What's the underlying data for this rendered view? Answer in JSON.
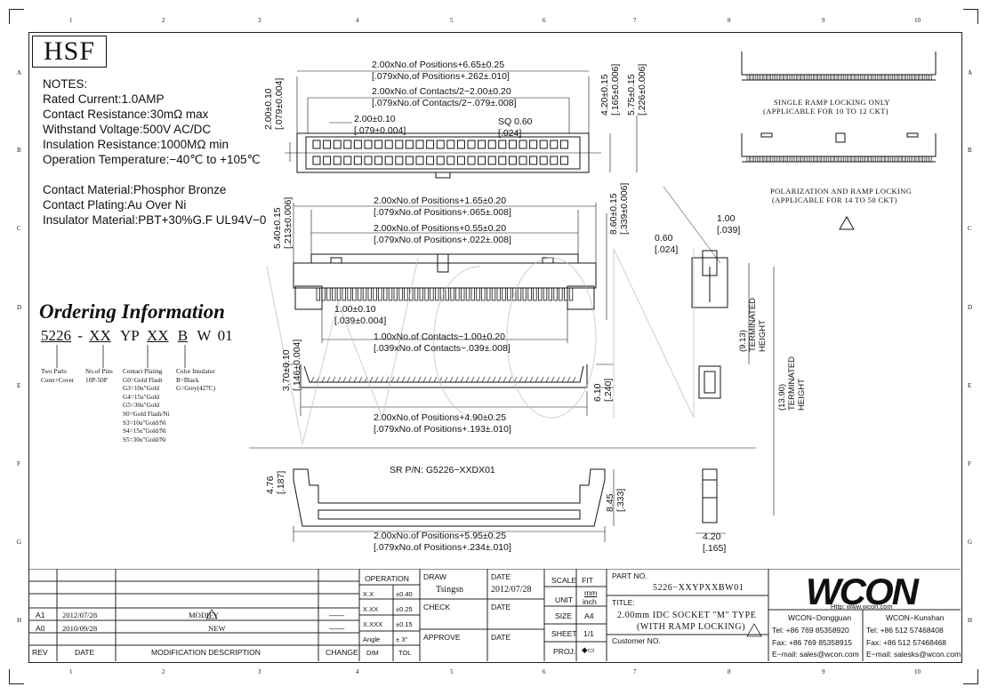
{
  "border_grid": {
    "columns": [
      "1",
      "2",
      "3",
      "4",
      "5",
      "6",
      "7",
      "8",
      "9",
      "10"
    ],
    "rows": [
      "A",
      "B",
      "C",
      "D",
      "E",
      "F",
      "G",
      "H"
    ]
  },
  "logo": "HSF",
  "notes": {
    "heading": "NOTES:",
    "lines": [
      "Rated Current:1.0AMP",
      "Contact Resistance:30mΩ  max",
      "Withstand Voltage:500V AC/DC",
      "Insulation Resistance:1000MΩ  min",
      "Operation Temperature:−40℃  to  +105℃",
      "",
      "Contact Material:Phosphor Bronze",
      "Contact Plating:Au Over Ni",
      "Insulator Material:PBT+30%G.F UL94V−0"
    ]
  },
  "ordering": {
    "title": "Ordering Information",
    "code_parts": [
      "5226",
      "-",
      "XX",
      "YP",
      "XX",
      "B",
      "W",
      "01"
    ],
    "columns": [
      {
        "lines": [
          "Two Parts",
          "Conn+Cover"
        ]
      },
      {
        "lines": [
          "No.of Pins",
          "10P-50P"
        ]
      },
      {
        "lines": [
          "Contact Plating",
          "G0=Gold Flash",
          "G3=10u\"Gold",
          "G4=15u\"Gold",
          "G5=30u\"Gold",
          "S0=Gold Flash/Ni",
          "S3=10u\"Gold/Ni",
          "S4=15u\"Gold/Ni",
          "S5=30u\"Gold/Ni"
        ]
      },
      {
        "lines": [
          "Color Insulator",
          "B=Black",
          "G=Grey(427C)"
        ]
      }
    ]
  },
  "dimensions": {
    "top_overall": [
      "2.00xNo.of  Positions+6.65±0.25",
      "[.079xNo.of  Positions+.262±.010]"
    ],
    "top_contacts": [
      "2.00xNo.of  Contacts/2−2.00±0.20",
      "[.079xNo.of  Contacts/2−.079±.008]"
    ],
    "pitch": [
      "2.00±0.10",
      "[.079±0.004]"
    ],
    "sq": [
      "SQ  0.60",
      "[.024]"
    ],
    "left_height": [
      "2.00±0.10",
      "[.079±0.004]"
    ],
    "right_h1": [
      "4.20±0.15",
      "[.165±0.006]"
    ],
    "right_h2": [
      "5.75±0.15",
      "[.226±0.006]"
    ],
    "side_overall": [
      "2.00xNo.of  Positions+1.65±0.20",
      "[.079xNo.of  Positions+.065±.008]"
    ],
    "side_inner": [
      "2.00xNo.of  Positions+0.55±0.20",
      "[.079xNo.of  Positions+.022±.008]"
    ],
    "side_left_h": [
      "5.40±0.15",
      "[.213±0.006]"
    ],
    "side_right_h": [
      "8.60±0.15",
      "[.339±0.006]"
    ],
    "side_pitch": [
      "1.00±0.10",
      "[.039±0.004]"
    ],
    "side_contacts": [
      "1.00xNo.of  Contacts−1.00±0.20",
      "[.039xNo.of  Contacts−.039±.008]"
    ],
    "profile_left": [
      "3.70±0.10",
      "[.146±0.004]"
    ],
    "profile_right": [
      "6.10",
      "[.240]"
    ],
    "profile_overall": [
      "2.00xNo.of  Positions+4.90±0.25",
      "[.079xNo.of  Positions+.193±.010]"
    ],
    "cover_label": "SR  P/N:  G5226−XXDX01",
    "cover_left": [
      "4.76",
      "[.187]"
    ],
    "cover_right": [
      "8.45",
      "[.333]"
    ],
    "cover_overall": [
      "2.00xNo.of  Positions+5.95±0.25",
      "[.079xNo.of  Positions+.234±.010]"
    ],
    "end_a": [
      "1.00",
      "[.039]"
    ],
    "end_b": [
      "0.60",
      "[.024]"
    ],
    "term_1": [
      "(9.13)",
      "TERMINATED",
      "HEIGHT"
    ],
    "term_2": [
      "(13.90)",
      "TERMINATED",
      "HEIGHT"
    ],
    "end_c": [
      "4.20",
      "[.165]"
    ]
  },
  "variants": {
    "single": [
      "SINGLE  RAMP  LOCKING  ONLY",
      "(APPLICABLE  FOR  10  TO  12  CKT)"
    ],
    "polar": [
      "POLARIZATION  AND  RAMP  LOCKING",
      "(APPLICABLE  FOR  14  TO  50  CKT)"
    ],
    "rev_mark": "A1"
  },
  "title_block": {
    "revisions": [
      {
        "rev": "A1",
        "date": "2012/07/28",
        "desc": "MODIFY",
        "mark": "A1",
        "change": "——"
      },
      {
        "rev": "A0",
        "date": "2010/09/28",
        "desc": "NEW",
        "mark": "",
        "change": "——"
      }
    ],
    "headers": {
      "rev": "REV",
      "date": "DATE",
      "desc": "MODIFICATION  DESCRIPTION",
      "change": "CHANGE"
    },
    "operation": "OPERATION",
    "tolerances": [
      {
        "k": "X.X",
        "v": "±0.40"
      },
      {
        "k": "X.XX",
        "v": "±0.25"
      },
      {
        "k": "X.XXX",
        "v": "±0.15"
      },
      {
        "k": "Angle",
        "v": "±  3°"
      }
    ],
    "dim_label": "DIM",
    "tol_label": "TOL",
    "draw": "DRAW",
    "drawer": "Tsingsn",
    "date_label": "DATE",
    "draw_date": "2012/07/28",
    "check": "CHECK",
    "approve": "APPROVE",
    "scale": "SCALE",
    "fit": "FIT",
    "unit": "UNIT",
    "unit_val_1": "mm",
    "unit_val_2": "inch",
    "size": "SIZE",
    "size_val": "A4",
    "sheet": "SHEET",
    "sheet_val": "1/1",
    "proj": "PROJ.",
    "part_no_label": "PART  NO.",
    "part_no": "5226−XXYPXXBW01",
    "title_label": "TITLE:",
    "title_1": "2.00mm  IDC  SOCKET  \"M\"  TYPE",
    "title_2": "(WITH  RAMP  LOCKING)",
    "customer": "Customer  NO.",
    "company_logo": "WCON",
    "website": "Http:  www.wcon.com",
    "dg_name": "WCON−Dongguan",
    "dg_tel": "Tel:  +86  769  85358920",
    "dg_fax": "Fax:  +86  769  85358915",
    "dg_mail": "E−mail:  sales@wcon.com",
    "ks_name": "WCON−Kunshan",
    "ks_tel": "Tel:  +86  512  57468408",
    "ks_fax": "Fax:  +86  512  57468468",
    "ks_mail": "E−mail:  salesks@wcon.com"
  }
}
